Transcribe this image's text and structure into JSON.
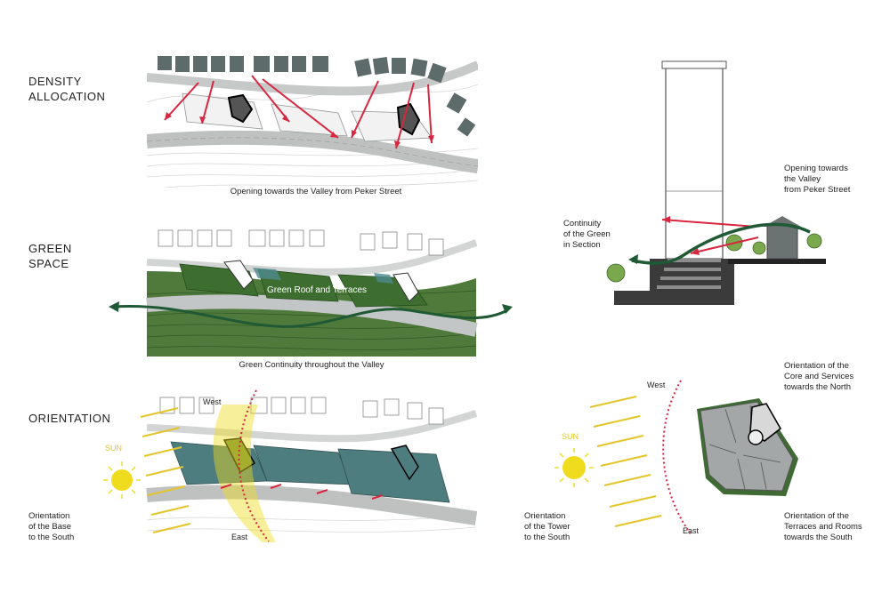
{
  "headings": {
    "density": "DENSITY\nALLOCATION",
    "green": "GREEN\nSPACE",
    "orientation": "ORIENTATION"
  },
  "captions": {
    "density_plan": "Opening towards the Valley from Peker Street",
    "green_plan_inner": "Green Roof and Terraces",
    "green_plan": "Green Continuity throughout the Valley",
    "section_green": "Continuity\nof the Green\nin Section",
    "section_opening": "Opening towards\nthe Valley\nfrom Peker Street",
    "orient_base": "Orientation\nof the Base\nto the South",
    "orient_tower": "Orientation\nof the Tower\nto the South",
    "core_north": "Orientation of the\nCore and Services\ntowards the North",
    "terraces_south": "Orientation of the\nTerraces and Rooms\ntowards the South"
  },
  "labels": {
    "sun": "SUN",
    "west": "West",
    "east": "East"
  },
  "colors": {
    "red_arrow": "#d9263f",
    "green_fill": "#4f7a3c",
    "dark_green": "#1f5a35",
    "sun_yellow": "#f0dc1e",
    "arrow_yellow": "#e2c52a",
    "teal": "#4e8a8e",
    "building_grey": "#5d6b6b",
    "road_grey": "#bfc1c1"
  }
}
